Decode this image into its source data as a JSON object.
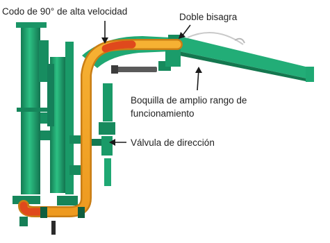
{
  "labels": {
    "elbow": "Codo de 90° de alta velocidad",
    "hinge": "Doble bisagra",
    "nozzle_line1": "Boquilla de amplio rango de",
    "nozzle_line2": "funcionamiento",
    "valve": "Válvula de dirección"
  },
  "colors": {
    "machine_green": "#1fa873",
    "machine_green_dark": "#137a52",
    "flow_orange": "#f2a327",
    "flow_red": "#e0491c"
  }
}
